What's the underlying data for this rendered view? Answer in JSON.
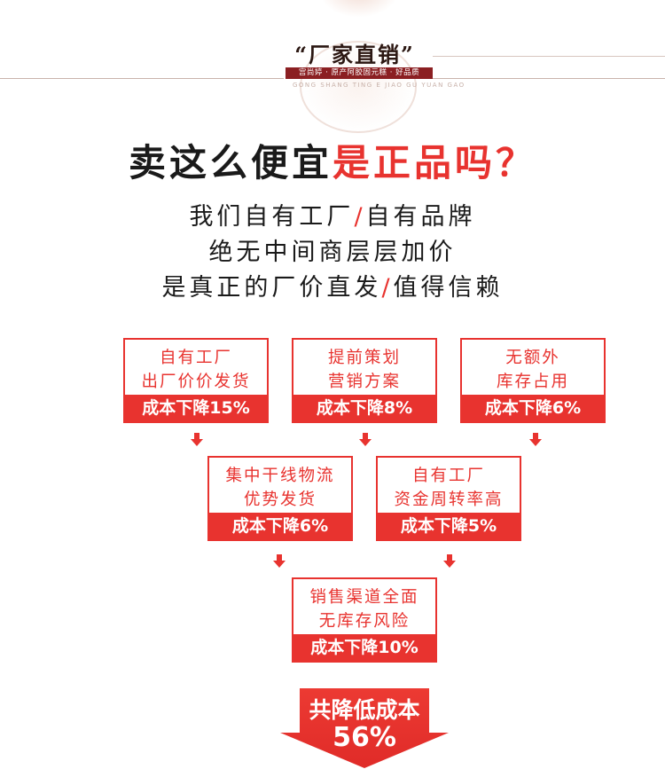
{
  "header": {
    "title": "“厂家直销”",
    "band_text": "宫尚婷 · 原产阿胶固元糕 · 好品质",
    "subtitle": "GONG SHANG TING E JIAO GU YUAN GAO"
  },
  "headline": {
    "part_black": "卖这么便宜",
    "part_red": "是正品吗？"
  },
  "claims": {
    "line1_a": "我们自有工厂",
    "line1_slash": "/",
    "line1_b": "自有品牌",
    "line2": "绝无中间商层层加价",
    "line3_a": "是真正的厂价直发",
    "line3_slash": "/",
    "line3_b": "值得信赖"
  },
  "boxes": [
    {
      "line1": "自有工厂",
      "line2": "出厂价价发货",
      "saving": "成本下降15%"
    },
    {
      "line1": "提前策划",
      "line2": "营销方案",
      "saving": "成本下降8%"
    },
    {
      "line1": "无额外",
      "line2": "库存占用",
      "saving": "成本下降6%"
    },
    {
      "line1": "集中干线物流",
      "line2": "优势发货",
      "saving": "成本下降6%"
    },
    {
      "line1": "自有工厂",
      "line2": "资金周转率高",
      "saving": "成本下降5%"
    },
    {
      "line1": "销售渠道全面",
      "line2": "无库存风险",
      "saving": "成本下降10%"
    }
  ],
  "total": {
    "label": "共降低成本",
    "value": "56%"
  },
  "colors": {
    "accent_red": "#e8332f",
    "band_dark_red": "#8b1f22"
  }
}
